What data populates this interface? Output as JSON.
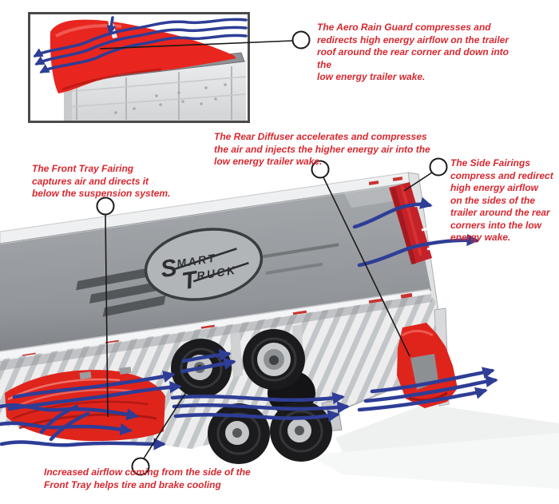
{
  "figure": {
    "subject": "SmartTruck trailer aerodynamics diagram",
    "background": "#ffffff"
  },
  "annotations": {
    "aero_rain_guard": "The Aero Rain Guard compresses and\nredirects high energy airflow on the trailer\nroof around the rear corner and down into the\nlow energy trailer wake.",
    "rear_diffuser": "The Rear Diffuser accelerates and compresses\nthe air and injects the higher energy air into the\nlow energy trailer wake.",
    "front_tray": "The Front Tray Fairing\ncaptures air and directs it\nbelow the suspension system.",
    "side_fairings": "The Side Fairings\ncompress and redirect\nhigh energy airflow\non the sides of the\ntrailer around the rear\ncorners into the low\nenergy wake.",
    "increased_airflow": "Increased airflow coming from the side of the\nFront Tray helps tire and brake cooling"
  },
  "logo": {
    "smart_s": "S",
    "smart_rest": "MART",
    "truck_t": "T",
    "truck_rest": "RUCK"
  },
  "colors": {
    "annotation_red": "#d7282f",
    "flow_blue": "#2e3d96",
    "part_red": "#df241c",
    "fairing_red": "#c42129",
    "panel_gray": "#989b9e"
  }
}
